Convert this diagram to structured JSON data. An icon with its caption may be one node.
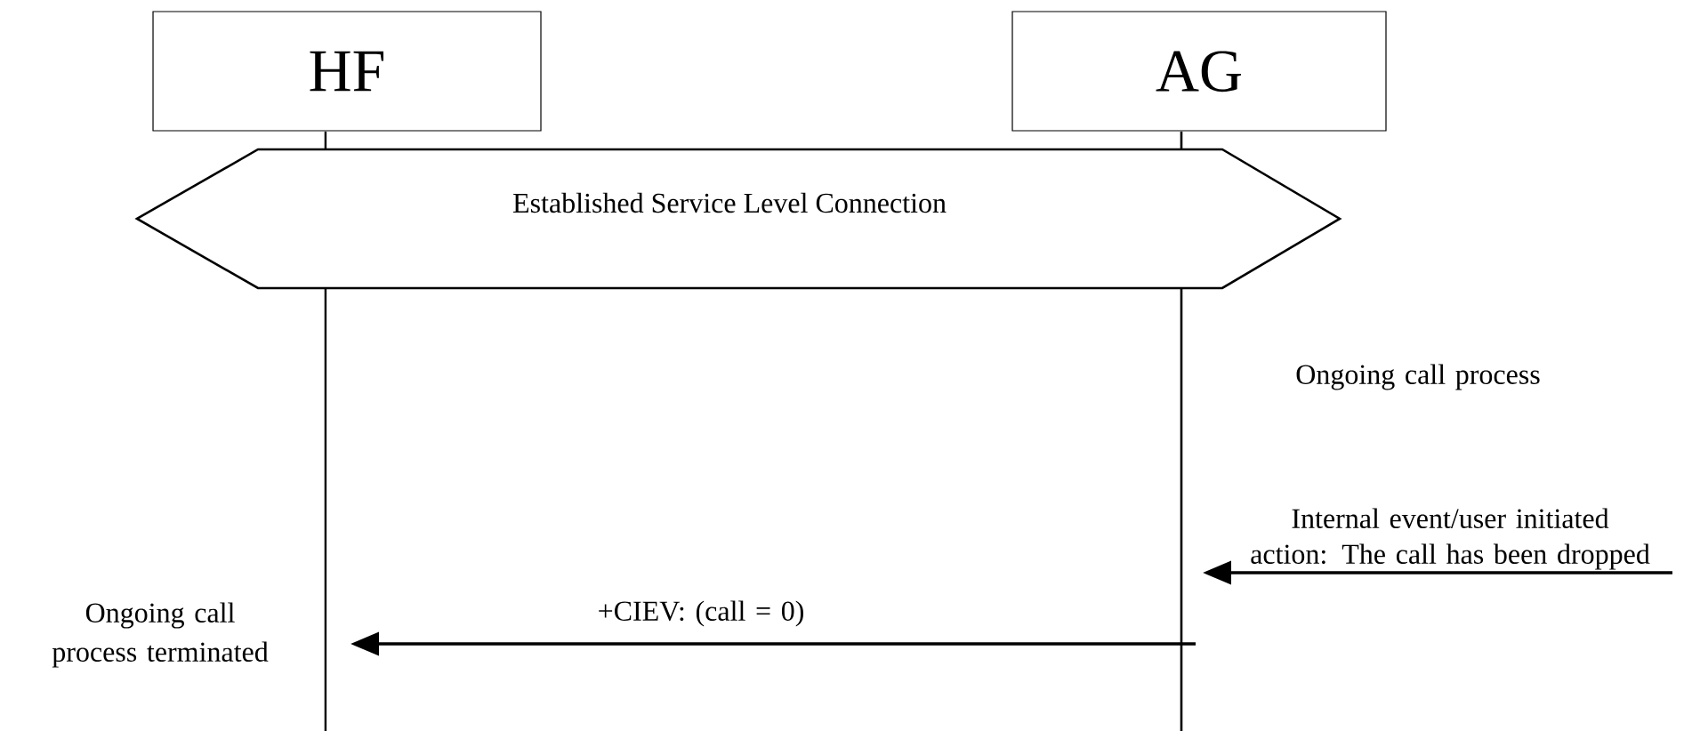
{
  "diagram": {
    "nodes": [
      {
        "text": [
          "HF"
        ]
      },
      {
        "text": [
          "AG"
        ]
      },
      {
        "text": [
          "Established Service Level Connection"
        ]
      }
    ],
    "edges": [
      {
        "from": null,
        "to": 1,
        "arrow": "to",
        "label": "Internal event/user initiated action: The call has been dropped"
      },
      {
        "from": 1,
        "to": 0,
        "arrow": "to",
        "label": "+CIEV: (call = 0)"
      }
    ],
    "labels": [
      "Ongoing call process",
      "Ongoing call process terminated"
    ]
  }
}
